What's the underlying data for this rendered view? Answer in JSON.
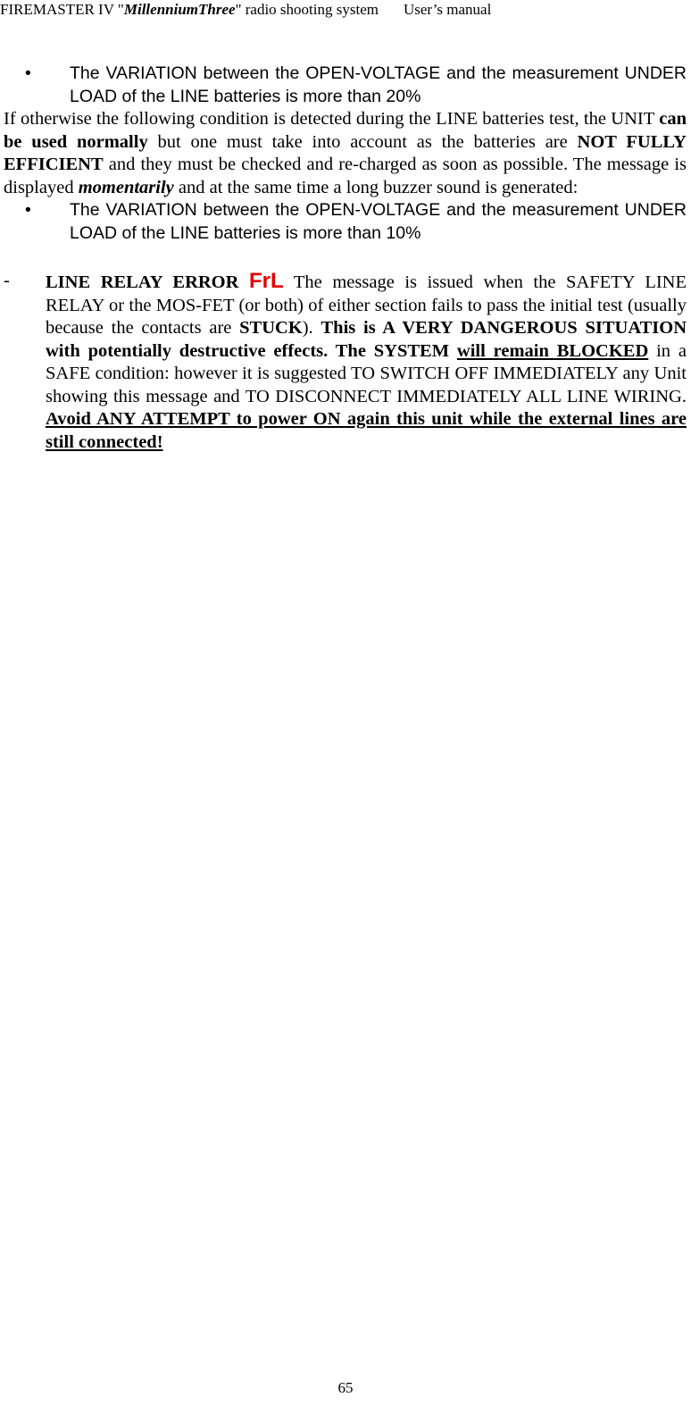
{
  "header": {
    "product": "FIREMASTER IV \"",
    "brand": "MillenniumThree",
    "system": "\"  radio shooting system",
    "manual": "User’s manual"
  },
  "bullet_1": {
    "mark": "•",
    "text": "The VARIATION between the OPEN-VOLTAGE and the measurement UNDER LOAD of the LINE batteries is more than 20%"
  },
  "paragraph_1": {
    "t1": "If otherwise the following condition is detected during the LINE batteries test, the UNIT ",
    "b1": "can be used normally",
    "t2": " but one must take into account as the batteries are ",
    "b2": "NOT FULLY EFFICIENT",
    "t3": " and they must be checked and re-charged as soon as possible. The message is displayed ",
    "b3": "momentarily",
    "t4": " and at the same time a long buzzer sound is generated:"
  },
  "bullet_2": {
    "mark": "•",
    "text": "The VARIATION between the OPEN-VOLTAGE and the measurement UNDER LOAD of the LINE batteries is more than 10%"
  },
  "line_relay": {
    "mark": "-",
    "title": "LINE RELAY ERROR",
    "code": "FrL",
    "t1": " The message is issued when the SAFETY LINE RELAY or the MOS-FET (or both) of either section fails to pass the initial test (usually because the contacts are ",
    "b1": "STUCK",
    "t2": "). ",
    "b2": "This is A VERY DANGEROUS SITUATION with potentially destructive effects. The SYSTEM ",
    "bu1": "will remain BLOCKED",
    "t3": " in a SAFE condition: however it is suggested TO SWITCH OFF IMMEDIATELY any Unit showing this message and TO DISCONNECT IMMEDIATELY ALL LINE WIRING. ",
    "bu2": "Avoid ANY ATTEMPT to power ON again this unit while the external lines are still connected!"
  },
  "page_number": "65"
}
